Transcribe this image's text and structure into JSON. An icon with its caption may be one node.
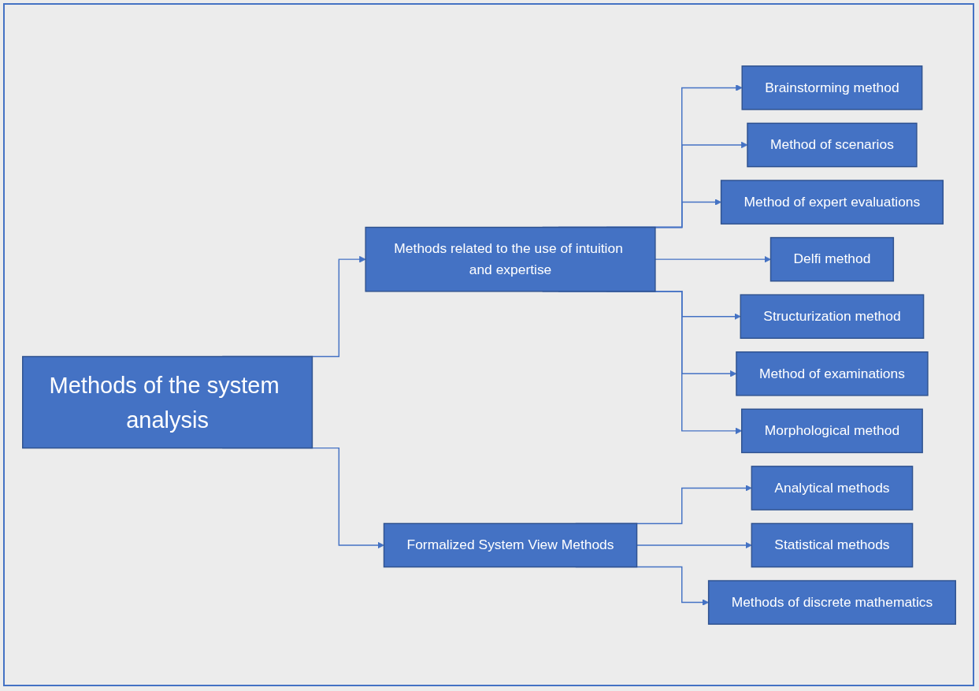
{
  "diagram": {
    "nodes": [
      {
        "text": [
          "Methods of the system analysis"
        ]
      },
      {
        "text": [
          "Methods related to the use of intuition and expertise"
        ]
      },
      {
        "text": [
          "Formalized System View Methods"
        ]
      },
      {
        "text": [
          "Brainstorming method"
        ]
      },
      {
        "text": [
          "Method of scenarios"
        ]
      },
      {
        "text": [
          "Method of expert evaluations"
        ]
      },
      {
        "text": [
          "Delfi method"
        ]
      },
      {
        "text": [
          "Structurization method"
        ]
      },
      {
        "text": [
          "Method of examinations"
        ]
      },
      {
        "text": [
          "Morphological method"
        ]
      },
      {
        "text": [
          "Analytical methods"
        ]
      },
      {
        "text": [
          "Statistical methods"
        ]
      },
      {
        "text": [
          "Methods of discrete mathematics"
        ]
      }
    ],
    "edges": [
      {
        "from": 0,
        "to": 1,
        "arrow": "to"
      },
      {
        "from": 0,
        "to": 2,
        "arrow": "to"
      },
      {
        "from": 1,
        "to": 3,
        "arrow": "to"
      },
      {
        "from": 1,
        "to": 4,
        "arrow": "to"
      },
      {
        "from": 1,
        "to": 5,
        "arrow": "to"
      },
      {
        "from": 1,
        "to": 6,
        "arrow": "to"
      },
      {
        "from": 1,
        "to": 7,
        "arrow": "to"
      },
      {
        "from": 1,
        "to": 8,
        "arrow": "to"
      },
      {
        "from": 1,
        "to": 9,
        "arrow": "to"
      },
      {
        "from": 2,
        "to": 10,
        "arrow": "to"
      },
      {
        "from": 2,
        "to": 11,
        "arrow": "to"
      },
      {
        "from": 2,
        "to": 12,
        "arrow": "to"
      }
    ]
  }
}
